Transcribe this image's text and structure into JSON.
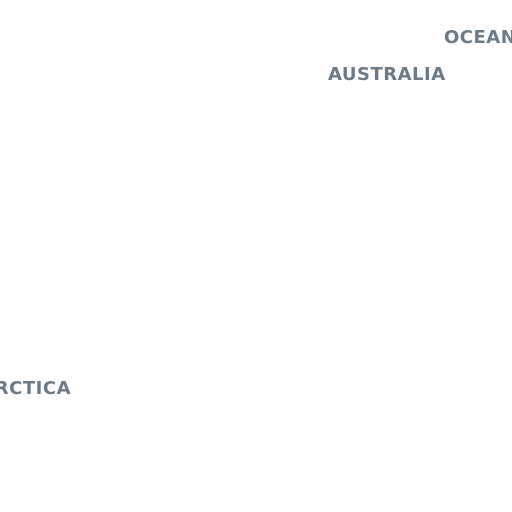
{
  "map": {
    "background": "#ffffff",
    "label_color": "#6c7a87",
    "labels": {
      "oceania": "OCEANIA",
      "australia": "AUSTRALIA",
      "antarctica": "ANTARCTICA"
    }
  }
}
